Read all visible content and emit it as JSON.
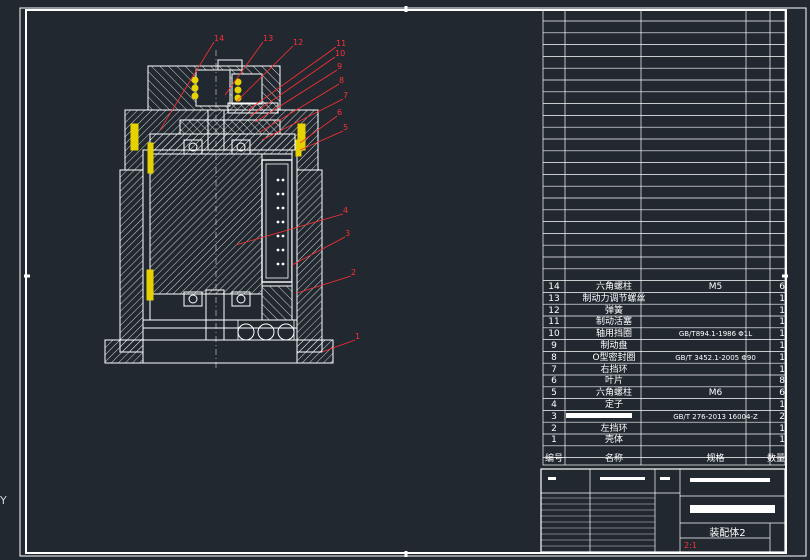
{
  "colors": {
    "background": "#212830",
    "line": "#ffffff",
    "callout": "#ff3030",
    "fastener": "#e6d200"
  },
  "cursor_label": "Y",
  "callouts": [
    "14",
    "13",
    "12",
    "11",
    "10",
    "9",
    "8",
    "7",
    "6",
    "5",
    "4",
    "3",
    "2",
    "1"
  ],
  "bom": {
    "headers": {
      "no": "编号",
      "name": "名称",
      "spec": "规格",
      "qty": "数量"
    },
    "rows": [
      {
        "no": "14",
        "name": "六角螺柱",
        "spec": "M5",
        "qty": "6"
      },
      {
        "no": "13",
        "name": "制动力调节螺丝",
        "spec": "",
        "qty": "1"
      },
      {
        "no": "12",
        "name": "弹簧",
        "spec": "",
        "qty": "1"
      },
      {
        "no": "11",
        "name": "制动活塞",
        "spec": "",
        "qty": "1"
      },
      {
        "no": "10",
        "name": "轴用挡圈",
        "spec": "GB/T894.1-1986 Φ1L",
        "qty": "1"
      },
      {
        "no": "9",
        "name": "制动盘",
        "spec": "",
        "qty": "1"
      },
      {
        "no": "8",
        "name": "O型密封圈",
        "spec": "GB/T 3452.1-2005 Φ90",
        "qty": "1"
      },
      {
        "no": "7",
        "name": "右挡环",
        "spec": "",
        "qty": "1"
      },
      {
        "no": "6",
        "name": "叶片",
        "spec": "",
        "qty": "8"
      },
      {
        "no": "5",
        "name": "六角螺柱",
        "spec": "M6",
        "qty": "6"
      },
      {
        "no": "4",
        "name": "定子",
        "spec": "",
        "qty": "1"
      },
      {
        "no": "3",
        "name": "",
        "spec": "GB/T 276-2013 16004-Z",
        "qty": "2"
      },
      {
        "no": "2",
        "name": "左挡环",
        "spec": "",
        "qty": "1"
      },
      {
        "no": "1",
        "name": "壳体",
        "spec": "",
        "qty": "1"
      }
    ]
  },
  "title_block": {
    "name": "装配体2",
    "scale": "2:1"
  }
}
